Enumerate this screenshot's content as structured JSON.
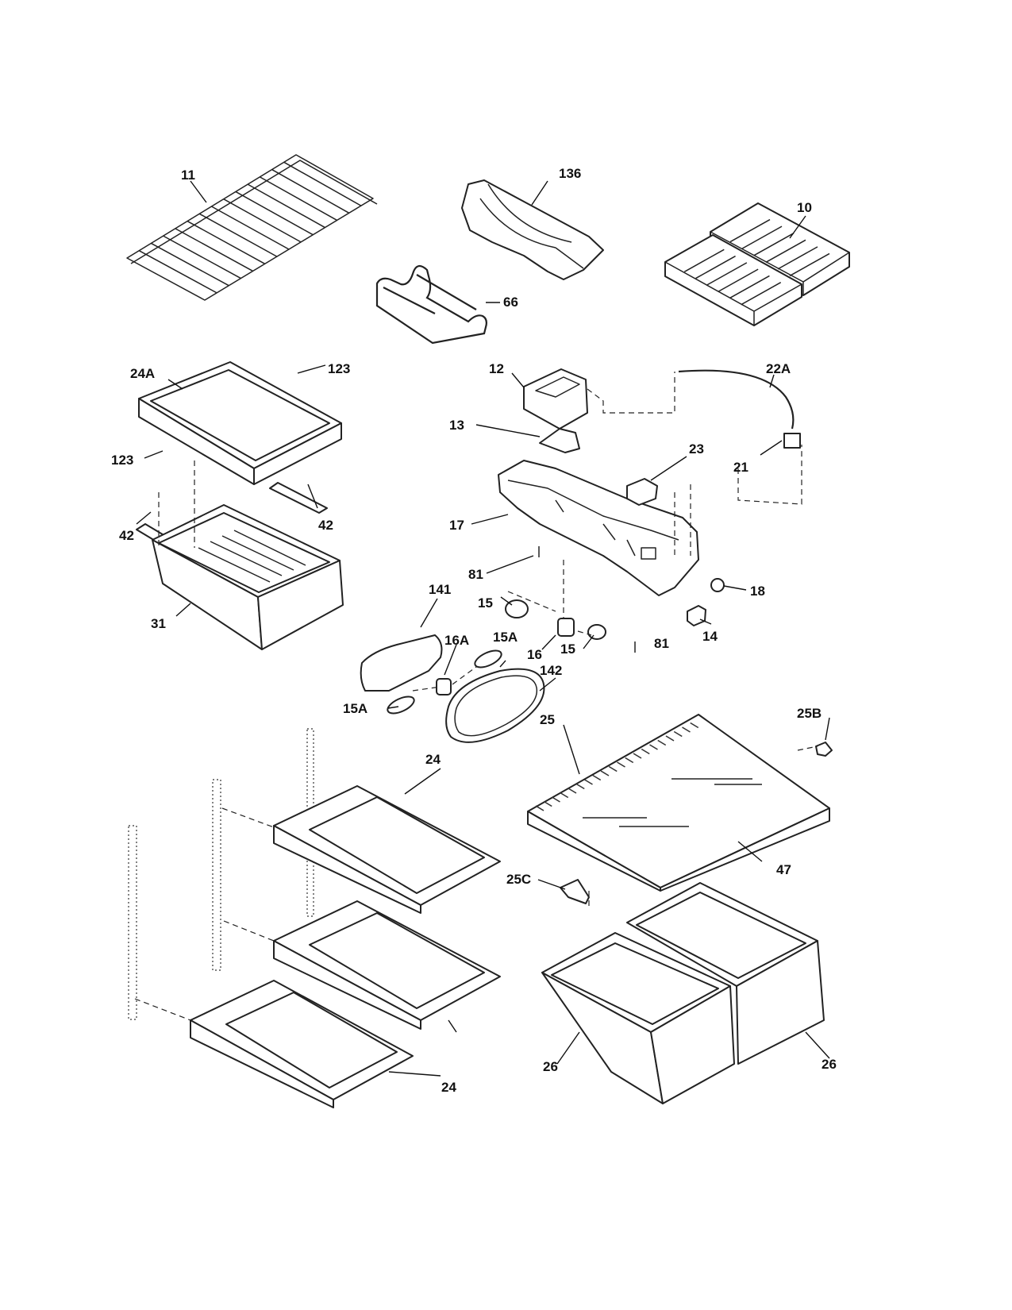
{
  "callouts": {
    "p11": "11",
    "p136": "136",
    "p10": "10",
    "p66": "66",
    "p24A": "24A",
    "p123a": "123",
    "p123b": "123",
    "p42a": "42",
    "p42b": "42",
    "p31": "31",
    "p12": "12",
    "p13": "13",
    "p22A": "22A",
    "p23": "23",
    "p21": "21",
    "p17": "17",
    "p81a": "81",
    "p81b": "81",
    "p18": "18",
    "p14": "14",
    "p141": "141",
    "p15a": "15",
    "p15b": "15",
    "p16": "16",
    "p16A": "16A",
    "p15Aa": "15A",
    "p15Ab": "15A",
    "p142": "142",
    "p25": "25",
    "p25B": "25B",
    "p24a": "24",
    "p24b": "24",
    "p47": "47",
    "p25C": "25C",
    "p26a": "26",
    "p26b": "26"
  }
}
